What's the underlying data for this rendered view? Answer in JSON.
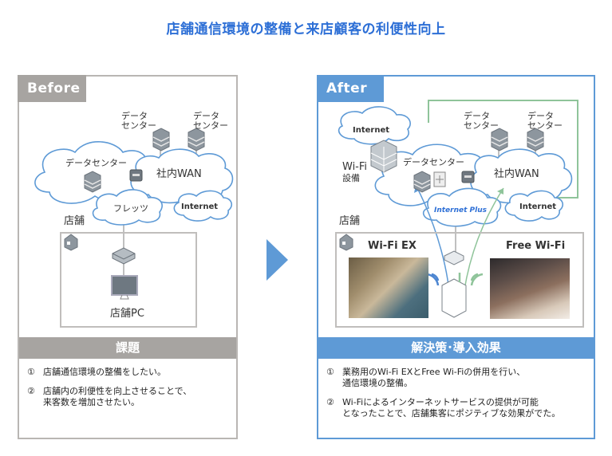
{
  "title": "店舗通信環境の整備と来店顧客の利便性向上",
  "colors": {
    "title": "#2d6fd6",
    "before_accent": "#a7a4a1",
    "after_accent": "#5e9ad6",
    "cloud_stroke": "#5e9ad6",
    "green_link": "#8fc49a"
  },
  "before": {
    "tag": "Before",
    "diagram": {
      "dc1": "データ\nセンター",
      "dc2": "データ\nセンター",
      "cloud_datacenter": "データセンター",
      "cloud_wan": "社内WAN",
      "cloud_flets": "フレッツ",
      "cloud_internet": "Internet",
      "store_label": "店舗",
      "pc_label": "店舗PC"
    },
    "section_title": "課題",
    "items": [
      {
        "num": "①",
        "text": "店舗通信環境の整備をしたい。"
      },
      {
        "num": "②",
        "text": "店舗内の利便性を向上させることで、\n来客数を増加させたい。"
      }
    ]
  },
  "after": {
    "tag": "After",
    "diagram": {
      "dc1": "データ\nセンター",
      "dc2": "データ\nセンター",
      "cloud_internet_top": "Internet",
      "wifi_equipment": "Wi-Fi",
      "wifi_equipment_sub": "設備",
      "cloud_datacenter": "データセンター",
      "cloud_wan": "社内WAN",
      "cloud_internet_plus": "Internet Plus",
      "cloud_internet": "Internet",
      "store_label": "店舗",
      "wifi_ex": "Wi-Fi EX",
      "free_wifi": "Free Wi-Fi"
    },
    "section_title": "解決策･導入効果",
    "items": [
      {
        "num": "①",
        "text": "業務用のWi-Fi EXとFree Wi-Fiの併用を行い、\n通信環境の整備。"
      },
      {
        "num": "②",
        "text": "Wi-Fiによるインターネットサービスの提供が可能\nとなったことで、店舗集客にポジティブな効果がでた。"
      }
    ]
  }
}
